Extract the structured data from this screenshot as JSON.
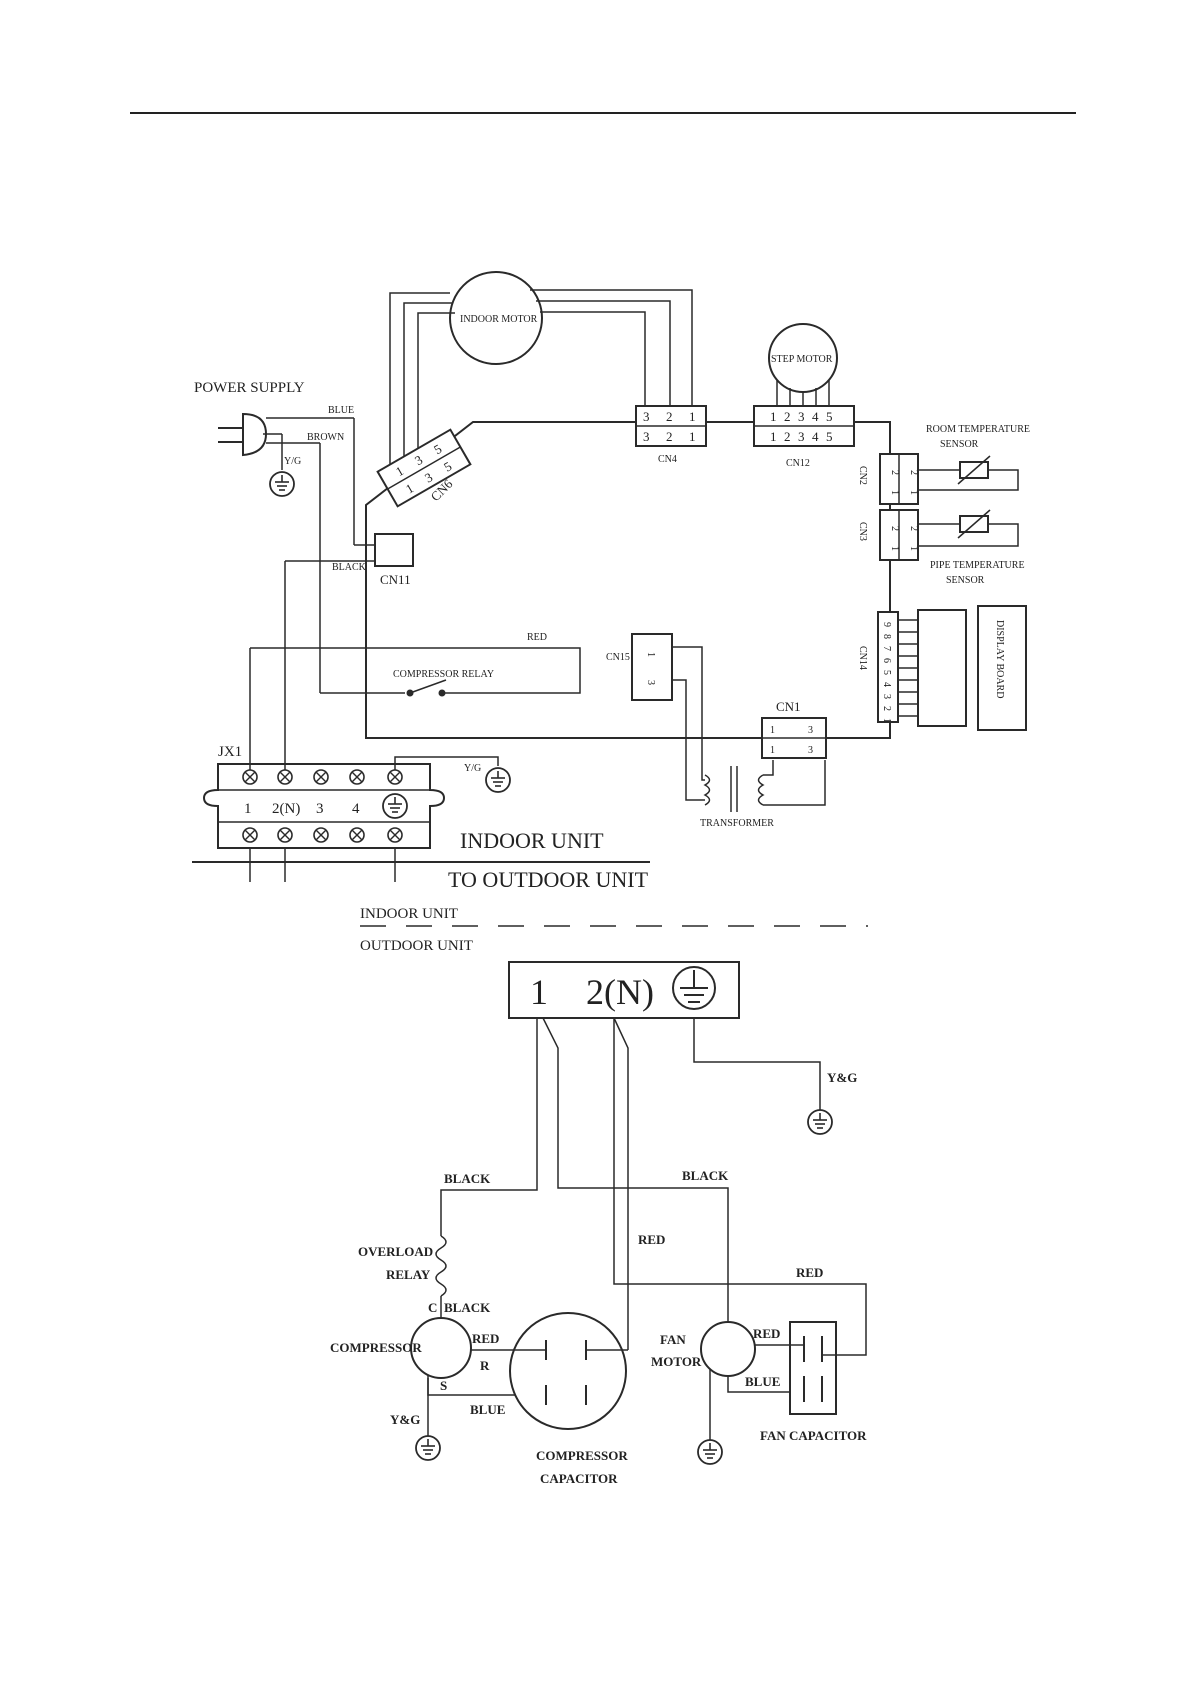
{
  "indoor": {
    "power_supply": "POWER SUPPLY",
    "wires": {
      "blue": "BLUE",
      "brown": "BROWN",
      "yg": "Y/G",
      "black": "BLACK",
      "red": "RED",
      "yg2": "Y/G"
    },
    "indoor_motor": "INDOOR MOTOR",
    "step_motor": "STEP MOTOR",
    "step_pins": [
      "1",
      "2",
      "3",
      "4",
      "5"
    ],
    "cn6": {
      "name": "CN6",
      "top": [
        "1",
        "3",
        "5"
      ],
      "bottom": [
        "1",
        "3",
        "5"
      ]
    },
    "cn4": {
      "name": "CN4",
      "top": [
        "3",
        "2",
        "1"
      ],
      "bottom": [
        "3",
        "2",
        "1"
      ]
    },
    "cn12": {
      "name": "CN12",
      "top": [
        "1",
        "2",
        "3",
        "4",
        "5"
      ],
      "bottom": [
        "1",
        "2",
        "3",
        "4",
        "5"
      ]
    },
    "cn2": {
      "name": "CN2",
      "pins": [
        "1",
        "2"
      ]
    },
    "cn3": {
      "name": "CN3",
      "pins": [
        "1",
        "2"
      ]
    },
    "cn11": "CN11",
    "cn15": {
      "name": "CN15",
      "pins": [
        "1",
        "3"
      ]
    },
    "cn14": {
      "name": "CN14",
      "pins": [
        "9",
        "8",
        "7",
        "6",
        "5",
        "4",
        "3",
        "2",
        "1"
      ]
    },
    "cn1": {
      "name": "CN1",
      "top": [
        "1",
        "3"
      ],
      "bottom": [
        "1",
        "3"
      ]
    },
    "room_sensor": [
      "ROOM TEMPERATURE",
      "SENSOR"
    ],
    "pipe_sensor": [
      "PIPE TEMPERATURE",
      "SENSOR"
    ],
    "display_board": "DISPLAY BOARD",
    "compressor_relay": "COMPRESSOR RELAY",
    "transformer": "TRANSFORMER",
    "jx1": {
      "name": "JX1",
      "terminals": [
        "1",
        "2(N)",
        "3",
        "4"
      ]
    },
    "indoor_unit": "INDOOR UNIT",
    "to_outdoor_unit": "TO OUTDOOR UNIT"
  },
  "separator": {
    "indoor_unit": "INDOOR UNIT",
    "outdoor_unit": "OUTDOOR UNIT"
  },
  "outdoor": {
    "terminal": [
      "1",
      "2(N)"
    ],
    "yg_top": "Y&G",
    "black_left": "BLACK",
    "black_right": "BLACK",
    "red_mid": "RED",
    "red_right": "RED",
    "overload_relay": [
      "OVERLOAD",
      "RELAY"
    ],
    "pin_c": "C",
    "black_c": "BLACK",
    "compressor": "COMPRESSOR",
    "red_r": "RED",
    "pin_r": "R",
    "pin_s": "S",
    "blue_s": "BLUE",
    "yg_comp": "Y&G",
    "compressor_capacitor": [
      "COMPRESSOR",
      "CAPACITOR"
    ],
    "fan_motor": [
      "FAN",
      "MOTOR"
    ],
    "red_fan": "RED",
    "blue_fan": "BLUE",
    "fan_capacitor": "FAN CAPACITOR"
  }
}
